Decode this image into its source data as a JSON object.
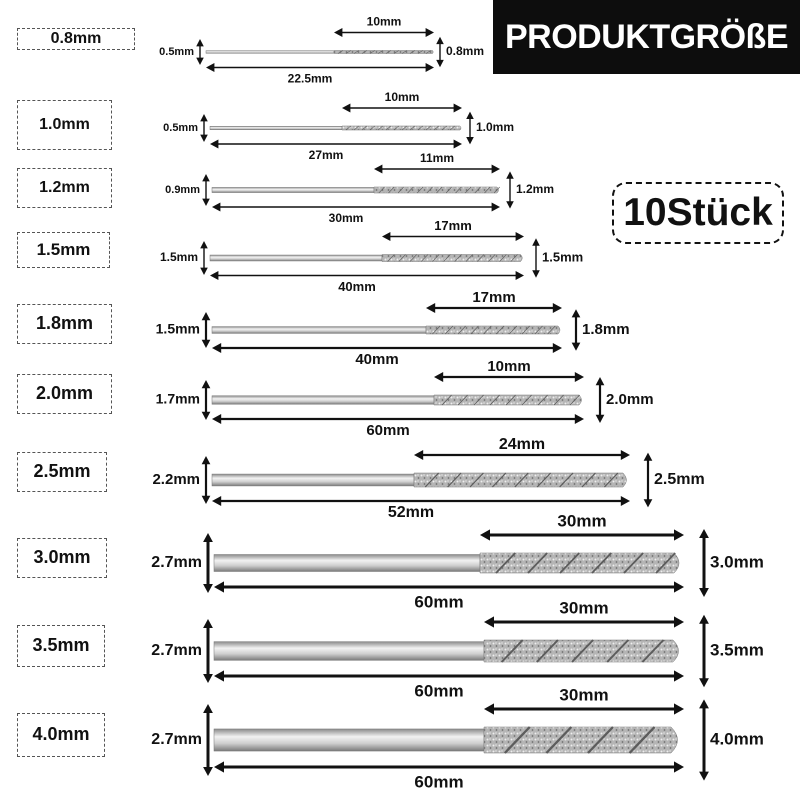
{
  "banner": {
    "title": "PRODUKTGRÖßE"
  },
  "quantity_badge": "10Stück",
  "colors": {
    "banner_bg": "#0d0d0d",
    "banner_text": "#ffffff",
    "shank": "#c9c9c9",
    "diamond": "#a8a8a8"
  },
  "bits": [
    {
      "size": "0.8mm",
      "shank": "0.5mm",
      "tip": "0.8mm",
      "coated": "10mm",
      "total": "22.5mm"
    },
    {
      "size": "1.0mm",
      "shank": "0.5mm",
      "tip": "1.0mm",
      "coated": "10mm",
      "total": "27mm"
    },
    {
      "size": "1.2mm",
      "shank": "0.9mm",
      "tip": "1.2mm",
      "coated": "11mm",
      "total": "30mm"
    },
    {
      "size": "1.5mm",
      "shank": "1.5mm",
      "tip": "1.5mm",
      "coated": "17mm",
      "total": "40mm"
    },
    {
      "size": "1.8mm",
      "shank": "1.5mm",
      "tip": "1.8mm",
      "coated": "17mm",
      "total": "40mm"
    },
    {
      "size": "2.0mm",
      "shank": "1.7mm",
      "tip": "2.0mm",
      "coated": "10mm",
      "total": "60mm"
    },
    {
      "size": "2.5mm",
      "shank": "2.2mm",
      "tip": "2.5mm",
      "coated": "24mm",
      "total": "52mm"
    },
    {
      "size": "3.0mm",
      "shank": "2.7mm",
      "tip": "3.0mm",
      "coated": "30mm",
      "total": "60mm"
    },
    {
      "size": "3.5mm",
      "shank": "2.7mm",
      "tip": "3.5mm",
      "coated": "30mm",
      "total": "60mm"
    },
    {
      "size": "4.0mm",
      "shank": "2.7mm",
      "tip": "4.0mm",
      "coated": "30mm",
      "total": "60mm"
    }
  ]
}
